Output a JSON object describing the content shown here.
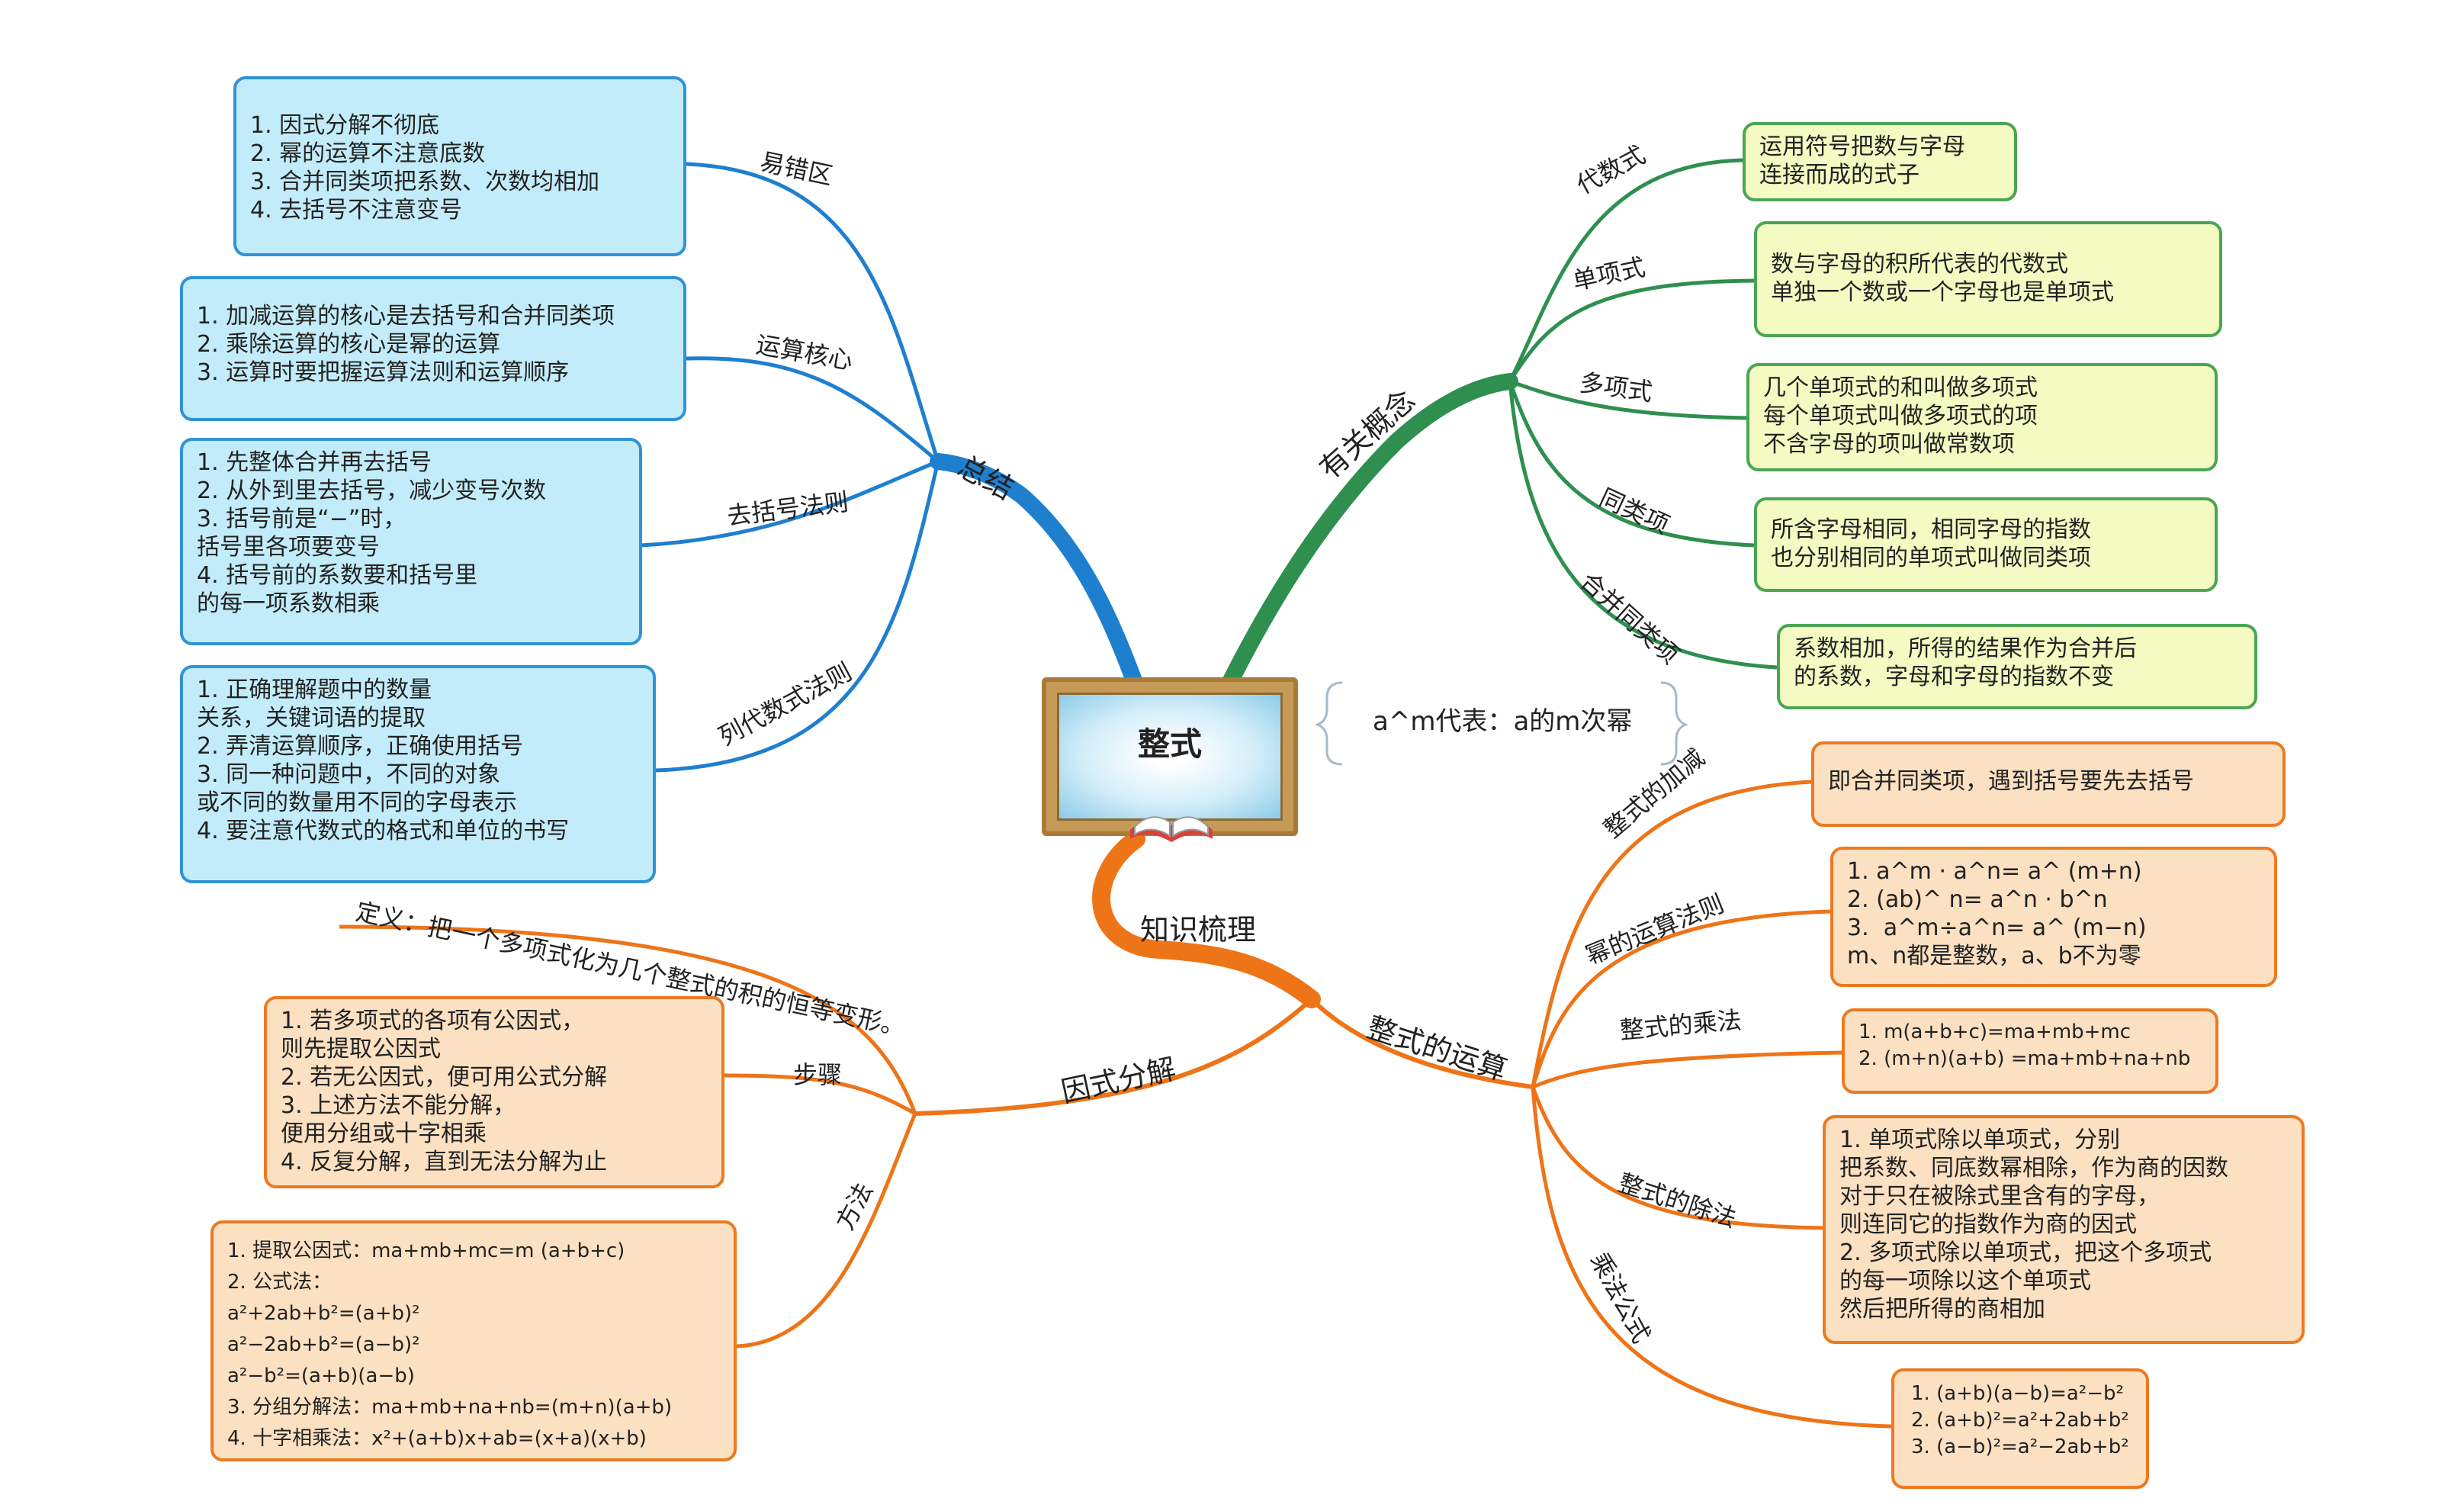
{
  "center": {
    "title": "整式"
  },
  "note": "a^m代表：a的m次幂",
  "summary": {
    "label": "总结",
    "branches": [
      {
        "label": "易错区",
        "lines": [
          "1. 因式分解不彻底",
          "2. 幂的运算不注意底数",
          "3. 合并同类项把系数、次数均相加",
          "4. 去括号不注意变号"
        ]
      },
      {
        "label": "运算核心",
        "lines": [
          "1. 加减运算的核心是去括号和合并同类项",
          "2. 乘除运算的核心是幂的运算",
          "3. 运算时要把握运算法则和运算顺序"
        ]
      },
      {
        "label": "去括号法则",
        "lines": [
          "1. 先整体合并再去括号",
          "2. 从外到里去括号，减少变号次数",
          "3. 括号前是“−”时，",
          "括号里各项要变号",
          "4. 括号前的系数要和括号里",
          "的每一项系数相乘"
        ]
      },
      {
        "label": "列代数式法则",
        "lines": [
          "1. 正确理解题中的数量",
          "关系，关键词语的提取",
          "2. 弄清运算顺序，正确使用括号",
          "3. 同一种问题中，不同的对象",
          "或不同的数量用不同的字母表示",
          "4. 要注意代数式的格式和单位的书写"
        ]
      }
    ]
  },
  "concepts": {
    "label": "有关概念",
    "branches": [
      {
        "label": "代数式",
        "lines": [
          "运用符号把数与字母",
          "连接而成的式子"
        ]
      },
      {
        "label": "单项式",
        "lines": [
          "数与字母的积所代表的代数式",
          "单独一个数或一个字母也是单项式"
        ]
      },
      {
        "label": "多项式",
        "lines": [
          "几个单项式的和叫做多项式",
          "每个单项式叫做多项式的项",
          "不含字母的项叫做常数项"
        ]
      },
      {
        "label": "同类项",
        "lines": [
          "所含字母相同，相同字母的指数",
          "也分别相同的单项式叫做同类项"
        ]
      },
      {
        "label": "合并同类项",
        "lines": [
          "系数相加，所得的结果作为合并后",
          "的系数，字母和字母的指数不变"
        ]
      }
    ]
  },
  "knowledge": {
    "label": "知识梳理"
  },
  "operations": {
    "label": "整式的运算",
    "branches": [
      {
        "label": "整式的加减",
        "lines": [
          "即合并同类项，遇到括号要先去括号"
        ]
      },
      {
        "label": "幂的运算法则",
        "lines": [
          "1. a^m · a^n= a^ (m+n)",
          "2. (ab)^ n= a^n · b^n",
          "3.  a^m÷a^n= a^ (m−n)",
          "m、n都是整数，a、b不为零"
        ]
      },
      {
        "label": "整式的乘法",
        "lines": [
          "1. m(a+b+c)=ma+mb+mc",
          "2. (m+n)(a+b) =ma+mb+na+nb"
        ]
      },
      {
        "label": "整式的除法",
        "lines": [
          "1. 单项式除以单项式，分别",
          "把系数、同底数幂相除，作为商的因数",
          "对于只在被除式里含有的字母，",
          "则连同它的指数作为商的因式",
          "2. 多项式除以单项式，把这个多项式",
          "的每一项除以这个单项式",
          "然后把所得的商相加"
        ]
      },
      {
        "label": "乘法公式",
        "lines": [
          "1. (a+b)(a−b)=a²−b²",
          "2. (a+b)²=a²+2ab+b²",
          "3. (a−b)²=a²−2ab+b²"
        ]
      }
    ]
  },
  "factoring": {
    "label": "因式分解",
    "definition": "定义：把一个多项式化为几个整式的积的恒等变形。",
    "branches": [
      {
        "label": "步骤",
        "lines": [
          "1. 若多项式的各项有公因式，",
          "则先提取公因式",
          "2. 若无公因式，便可用公式分解",
          "3. 上述方法不能分解，",
          "便用分组或十字相乘",
          "4. 反复分解，直到无法分解为止"
        ]
      },
      {
        "label": "方法",
        "lines": [
          "1. 提取公因式：ma+mb+mc=m (a+b+c)",
          "2. 公式法：",
          "a²+2ab+b²=(a+b)²",
          "a²−2ab+b²=(a−b)²",
          "a²−b²=(a+b)(a−b)",
          "3. 分组分解法：ma+mb+na+nb=(m+n)(a+b)",
          "4. 十字相乘法：x²+(a+b)x+ab=(x+a)(x+b)"
        ]
      }
    ]
  },
  "colors": {
    "blue": "#1f7fcf",
    "green": "#2e8f4f",
    "orange": "#ee7418"
  }
}
